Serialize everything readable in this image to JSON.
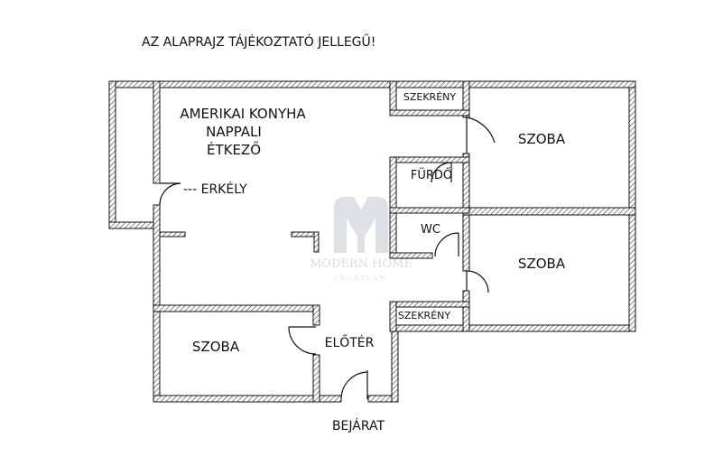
{
  "notice": "AZ ALAPRAJZ TÁJÉKOZTATÓ JELLEGŰ!",
  "rooms": {
    "kitchen_line1": "AMERIKAI KONYHA",
    "kitchen_line2": "NAPPALI",
    "kitchen_line3": "ÉTKEZŐ",
    "balcony": "--- ERKÉLY",
    "wardrobe_top": "SZEKRÉNY",
    "bathroom": "FÜRDŐ",
    "wc": "WC",
    "wardrobe_bottom": "SZEKRÉNY",
    "room_top_right": "SZOBA",
    "room_mid_right": "SZOBA",
    "room_bottom_left": "SZOBA",
    "hall": "ELŐTÉR"
  },
  "entrance": "BEJÁRAT",
  "watermark": {
    "line1": "MODERN HOME",
    "line2": "INGATLAN"
  }
}
